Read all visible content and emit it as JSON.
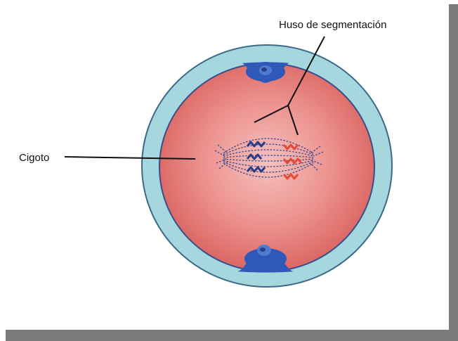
{
  "labels": {
    "spindle": "Huso de segmentación",
    "zygote": "Cigoto"
  },
  "colors": {
    "membrane": "#9fd3dc",
    "membrane_edge": "#3b6b88",
    "cytoplasm": "#e77e7c",
    "cytoplasm_center": "#f4b3b0",
    "polar_body": "#2f58b8",
    "chromosome_blue": "#2a3f86",
    "chromosome_red": "#e84a3a",
    "spindle_fibers": "#3a4a8a",
    "shadow": "#7a7a7a"
  },
  "icons": {
    "top_polar_body": "polar-body-top",
    "bottom_polar_body": "polar-body-bottom"
  }
}
